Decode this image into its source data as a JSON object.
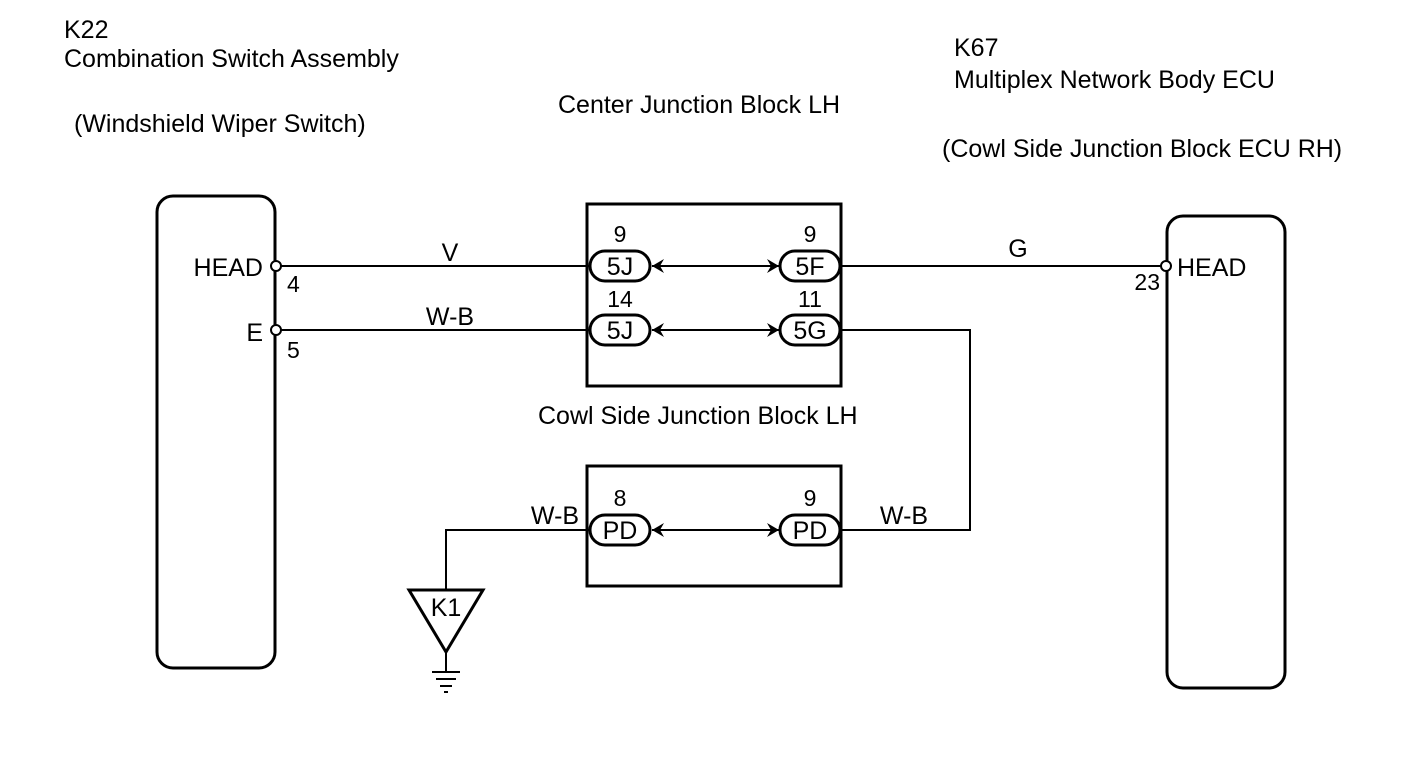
{
  "components": {
    "k22": {
      "code": "K22",
      "name": "Combination Switch Assembly",
      "sub": "(Windshield Wiper Switch)",
      "pins": [
        {
          "label": "HEAD",
          "number": "4"
        },
        {
          "label": "E",
          "number": "5"
        }
      ]
    },
    "k67": {
      "code": "K67",
      "name": "Multiplex Network Body ECU",
      "sub": "(Cowl Side Junction Block ECU RH)",
      "pins": [
        {
          "label": "HEAD",
          "number": "23"
        }
      ]
    },
    "center_jb": {
      "name": "Center Junction Block LH",
      "connectors": [
        {
          "pin": "9",
          "code": "5J"
        },
        {
          "pin": "9",
          "code": "5F"
        },
        {
          "pin": "14",
          "code": "5J"
        },
        {
          "pin": "11",
          "code": "5G"
        }
      ]
    },
    "cowl_jb": {
      "name": "Cowl Side Junction Block LH",
      "connectors": [
        {
          "pin": "8",
          "code": "PD"
        },
        {
          "pin": "9",
          "code": "PD"
        }
      ]
    },
    "ground": {
      "code": "K1"
    }
  },
  "wires": {
    "head_left": "V",
    "head_right": "G",
    "e_left": "W-B",
    "cowl_left": "W-B",
    "cowl_right": "W-B"
  }
}
